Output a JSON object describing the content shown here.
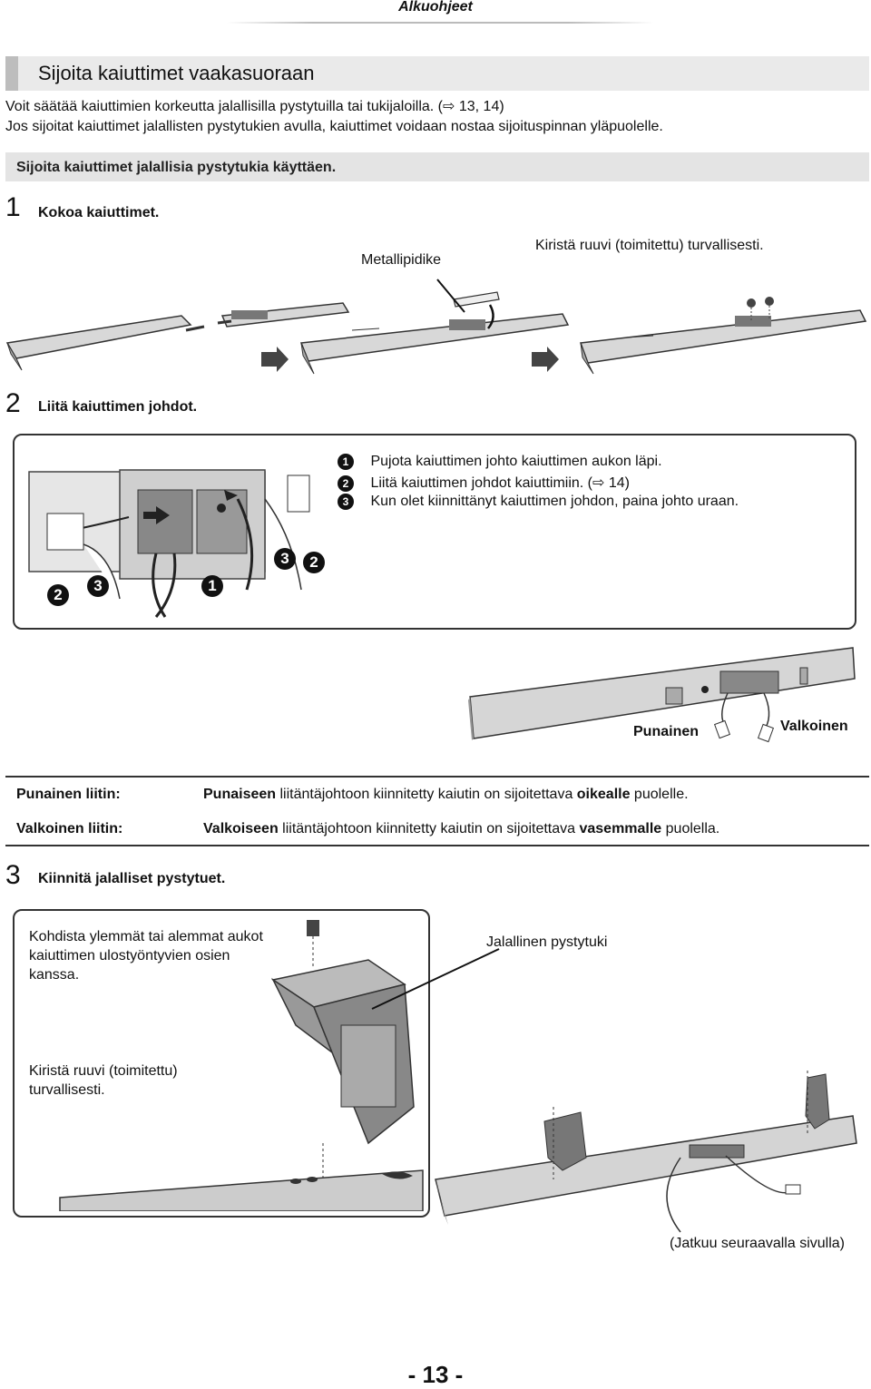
{
  "header": {
    "chapter": "Alkuohjeet"
  },
  "section": {
    "title": "Sijoita kaiuttimet vaakasuoraan",
    "intro_line1": "Voit säätää kaiuttimien korkeutta jalallisilla pystytuilla tai tukijaloilla. (",
    "intro_line1_ref": "13, 14)",
    "intro_line2": "Jos sijoitat kaiuttimet jalallisten pystytukien avulla, kaiuttimet voidaan nostaa sijoituspinnan yläpuolelle.",
    "subtitle": "Sijoita kaiuttimet jalallisia pystytukia käyttäen."
  },
  "steps": [
    {
      "num": "1",
      "text": "Kokoa kaiuttimet."
    },
    {
      "num": "2",
      "text": "Liitä kaiuttimen johdot."
    },
    {
      "num": "3",
      "text": "Kiinnitä jalalliset pystytuet."
    }
  ],
  "step1": {
    "label_bracket": "Metallipidike",
    "label_screw": "Kiristä ruuvi (toimitettu) turvallisesti."
  },
  "step2": {
    "instructions": [
      {
        "badge": "1",
        "text": "Pujota kaiuttimen johto kaiuttimen aukon läpi."
      },
      {
        "badge": "2",
        "text": "Liitä kaiuttimen johdot kaiuttimiin. (",
        "ref": "14)"
      },
      {
        "badge": "3",
        "text": "Kun olet kiinnittänyt kaiuttimen johdon, paina johto uraan."
      }
    ],
    "callouts": [
      "2",
      "3",
      "1",
      "3",
      "2"
    ],
    "label_red": "Punainen",
    "label_white": "Valkoinen"
  },
  "info": {
    "row1_label": "Punainen liitin:",
    "row1_b1": "Punaiseen",
    "row1_t1": " liitäntäjohtoon kiinnitetty kaiutin on sijoitettava ",
    "row1_b2": "oikealle",
    "row1_t2": " puolelle.",
    "row2_label": "Valkoinen liitin:",
    "row2_b1": "Valkoiseen",
    "row2_t1": " liitäntäjohtoon kiinnitetty kaiutin on sijoitettava ",
    "row2_b2": "vasemmalle",
    "row2_t2": " puolella."
  },
  "step3": {
    "note_align": "Kohdista ylemmät tai alemmat aukot kaiuttimen ulostyöntyvien osien kanssa.",
    "note_screw": "Kiristä ruuvi (toimitettu) turvallisesti.",
    "label_stand": "Jalallinen pystytuki"
  },
  "footer": {
    "continued": "(Jatkuu seuraavalla sivulla)",
    "page": "- 13 -"
  }
}
